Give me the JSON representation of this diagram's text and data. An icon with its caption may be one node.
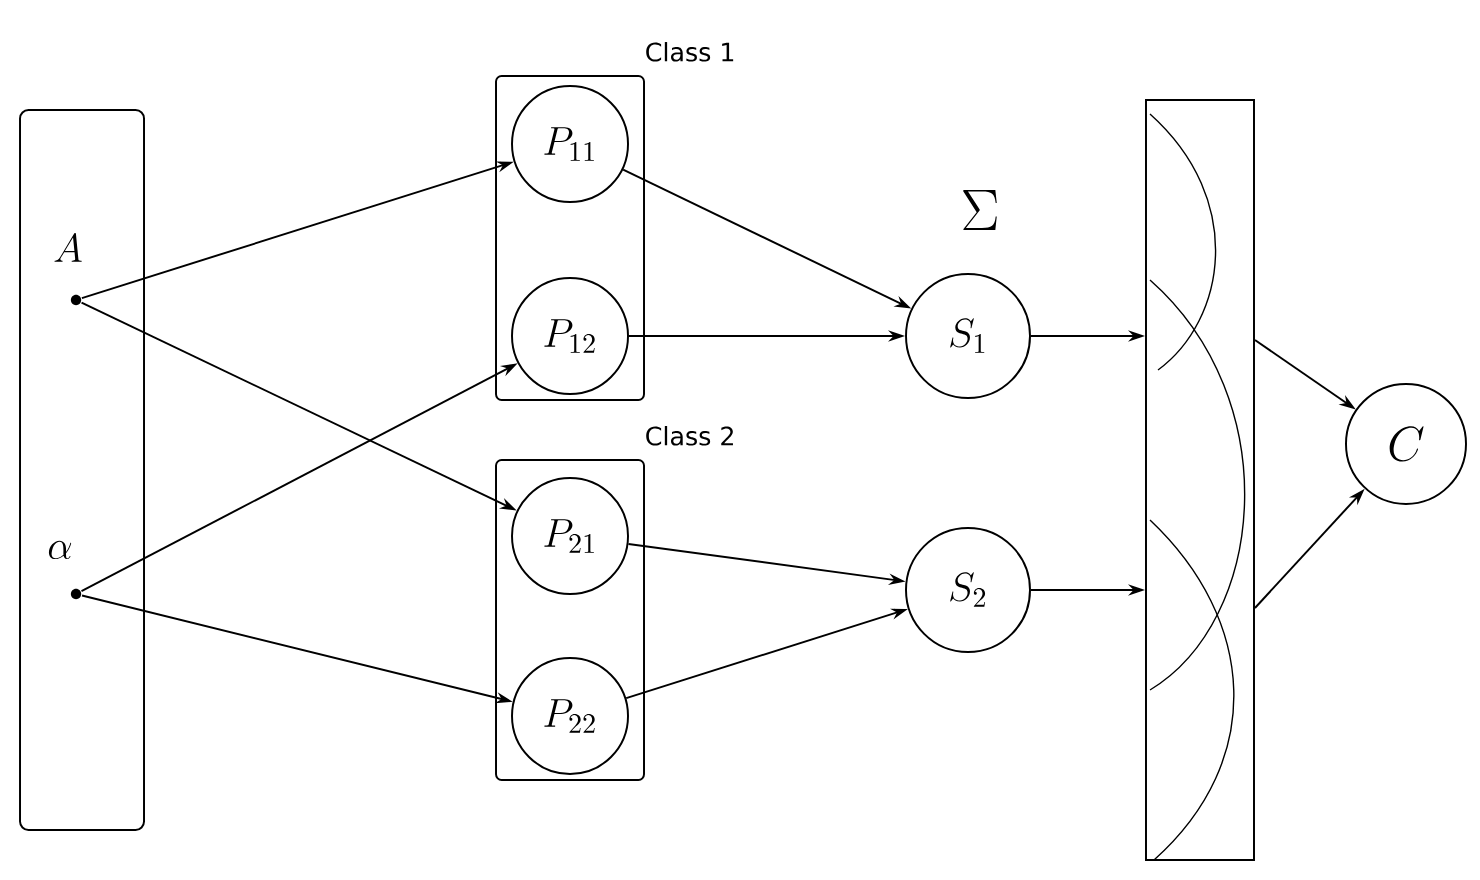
{
  "diagram": {
    "nodes": [
      {
        "text": [],
        "shape": "box"
      },
      {
        "text": [],
        "shape": "circle",
        "beside": [
          "A"
        ],
        "in": 0
      },
      {
        "text": [],
        "shape": "circle",
        "beside": [
          "\\alpha"
        ],
        "in": 0
      },
      {
        "text": [
          "Class 1"
        ]
      },
      {
        "text": [
          "P_{11}"
        ],
        "in": 3
      },
      {
        "text": [
          "P_{12}"
        ],
        "in": 3
      },
      {
        "text": [
          "Class 2"
        ]
      },
      {
        "text": [
          "P_{21}"
        ],
        "in": 6
      },
      {
        "text": [
          "P_{22}"
        ],
        "in": 6
      },
      {
        "text": [
          "S_1"
        ]
      },
      {
        "text": [
          "S_2"
        ]
      },
      {
        "text": [],
        "shape": "box"
      },
      {
        "text": [
          "C"
        ]
      }
    ],
    "edges": [
      {
        "from": 1,
        "to": 4,
        "arrow": "to"
      },
      {
        "from": 1,
        "to": 7,
        "arrow": "to"
      },
      {
        "from": 2,
        "to": 5,
        "arrow": "to"
      },
      {
        "from": 2,
        "to": 8,
        "arrow": "to"
      },
      {
        "from": 4,
        "to": 9,
        "arrow": "to"
      },
      {
        "from": 5,
        "to": 9,
        "arrow": "to"
      },
      {
        "from": 7,
        "to": 10,
        "arrow": "to"
      },
      {
        "from": 8,
        "to": 10,
        "arrow": "to"
      },
      {
        "from": 9,
        "to": 11,
        "arrow": "to"
      },
      {
        "from": 10,
        "to": 11,
        "arrow": "to"
      },
      {
        "from": 11,
        "to": 12,
        "arrow": "to"
      },
      {
        "from": 11,
        "to": 12,
        "arrow": "to"
      }
    ],
    "labels": [
      "\\Sigma"
    ]
  }
}
